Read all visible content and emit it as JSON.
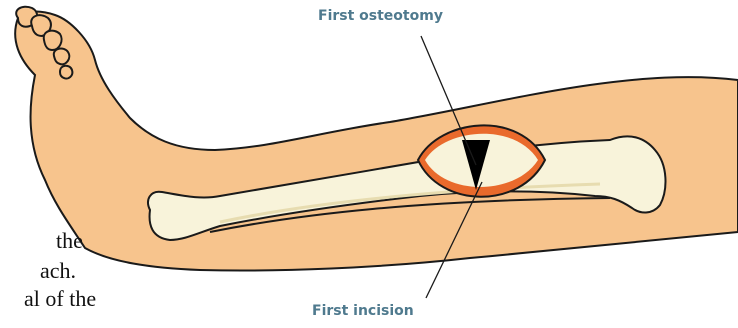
{
  "colors": {
    "skin": "#f7c48d",
    "skin_shadow": "#e9a96b",
    "bone": "#f8f3da",
    "bone_shadow": "#e7dcb0",
    "incision": "#e96a2c",
    "outline": "#1a1a1a",
    "label": "#4f7a8e"
  },
  "labels": {
    "first_osteotomy": "First osteotomy",
    "first_incision": "First incision"
  },
  "body_text": {
    "line1": "the",
    "line2": "ach.",
    "line3": "al of the"
  }
}
